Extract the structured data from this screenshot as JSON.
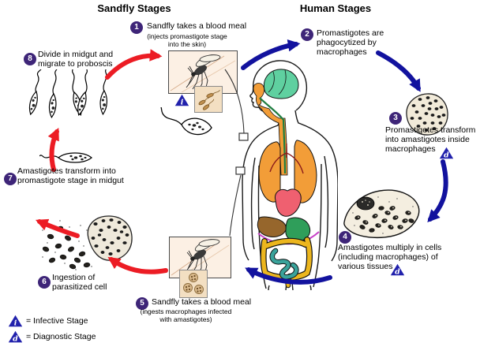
{
  "titles": {
    "sandfly": "Sandfly Stages",
    "human": "Human Stages"
  },
  "stages": [
    {
      "num": "1",
      "label": "Sandfly takes a blood meal",
      "sub": "(injects promastigote stage\ninto the skin)",
      "marker": "i"
    },
    {
      "num": "2",
      "label": "Promastigotes are\nphagocytized by\nmacrophages"
    },
    {
      "num": "3",
      "label": "Promastigotes transform\ninto amastigotes inside\nmacrophages",
      "marker": "d"
    },
    {
      "num": "4",
      "label": "Amastigotes multiply in cells\n(including macrophages) of\nvarious tissues",
      "marker": "d"
    },
    {
      "num": "5",
      "label": "Sandfly takes a blood meal",
      "sub": "(ingests macrophages infected\nwith amastigotes)"
    },
    {
      "num": "6",
      "label": "Ingestion of\nparasitized cell"
    },
    {
      "num": "7",
      "label": "Amastigotes transform into\npromastigote stage in midgut"
    },
    {
      "num": "8",
      "label": "Divide in midgut and\nmigrate to proboscis"
    }
  ],
  "legend": [
    {
      "symbol": "i",
      "label": "= Infective Stage"
    },
    {
      "symbol": "d",
      "label": "= Diagnostic Stage"
    }
  ],
  "colors": {
    "sandfly_cycle_arrows": "#ec1c24",
    "human_cycle_arrows": "#12129e",
    "stage_circle": "#3e2578",
    "marker_triangle": "#2121ac"
  }
}
